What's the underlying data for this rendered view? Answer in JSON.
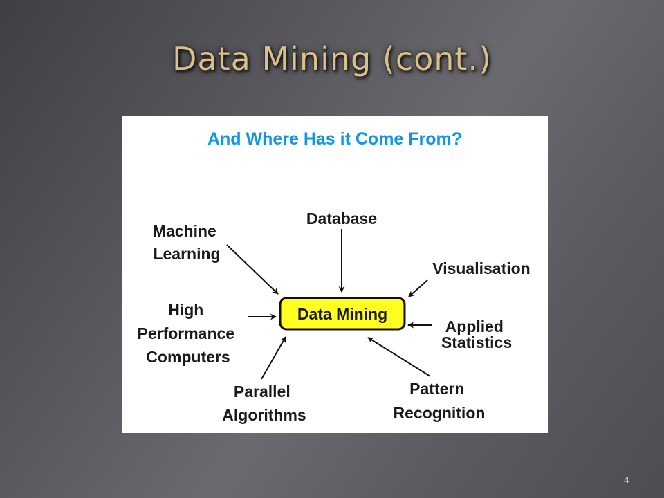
{
  "slide": {
    "title": "Data Mining (cont.)",
    "page_number": "4"
  },
  "diagram": {
    "heading": "And Where Has it Come From?",
    "center": "Data Mining",
    "sources": {
      "database": [
        "Database"
      ],
      "machine_learning": [
        "Machine",
        "Learning"
      ],
      "visualisation": [
        "Visualisation"
      ],
      "high_performance": [
        "High",
        "Performance",
        "Computers"
      ],
      "applied_statistics": [
        "Applied",
        "Statistics"
      ],
      "parallel_algorithms": [
        "Parallel",
        "Algorithms"
      ],
      "pattern_recognition": [
        "Pattern",
        "Recognition"
      ]
    },
    "colors": {
      "heading": "#1196e6",
      "center_fill": "#ffff22",
      "center_stroke": "#111111",
      "title": "#d9c08a"
    }
  }
}
